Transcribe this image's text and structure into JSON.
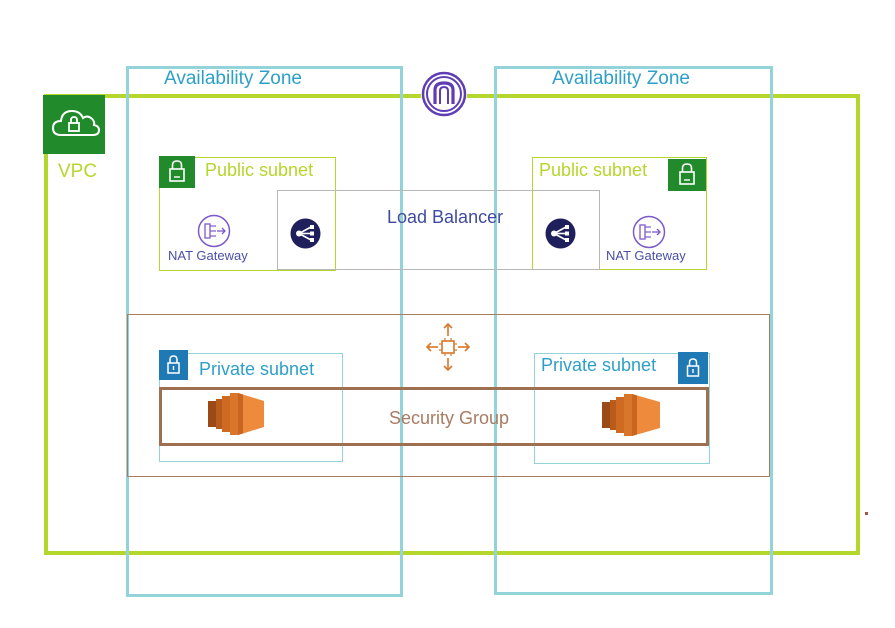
{
  "colors": {
    "vpc": "#b5d62c",
    "availability_zone": "#93d3da",
    "az_text": "#2ea0c8",
    "public_subnet": "#b5d62c",
    "public_badge": "#218b2b",
    "private_subnet": "#93d3da",
    "private_badge": "#1f79b4",
    "load_balancer": "#b8b8b8",
    "lb_text": "#3f4ba0",
    "security_group": "#9f6f52",
    "autoscaling_box": "#a87c62",
    "ec2": "#e9843a",
    "nat_icon": "#7c59c9"
  },
  "vpc": {
    "label": "VPC",
    "icon": "cloud-lock-icon"
  },
  "zones": [
    {
      "label": "Availability Zone"
    },
    {
      "label": "Availability Zone"
    }
  ],
  "internet_gateway": {
    "icon": "internet-gateway-icon"
  },
  "public_subnets": [
    {
      "label": "Public subnet",
      "icon": "lock-icon",
      "nat_label": "NAT Gateway",
      "nat_icon": "nat-gateway-icon"
    },
    {
      "label": "Public subnet",
      "icon": "lock-icon",
      "nat_label": "NAT Gateway",
      "nat_icon": "nat-gateway-icon"
    }
  ],
  "load_balancer": {
    "label": "Load Balancer",
    "icon": "load-balancer-icon"
  },
  "autoscaling": {
    "icon": "auto-scaling-icon"
  },
  "private_subnets": [
    {
      "label": "Private subnet",
      "icon": "lock-icon"
    },
    {
      "label": "Private subnet",
      "icon": "lock-icon"
    }
  ],
  "security_group": {
    "label": "Security Group"
  },
  "instances": [
    {
      "icon": "ec2-instance-icon"
    },
    {
      "icon": "ec2-instance-icon"
    }
  ]
}
